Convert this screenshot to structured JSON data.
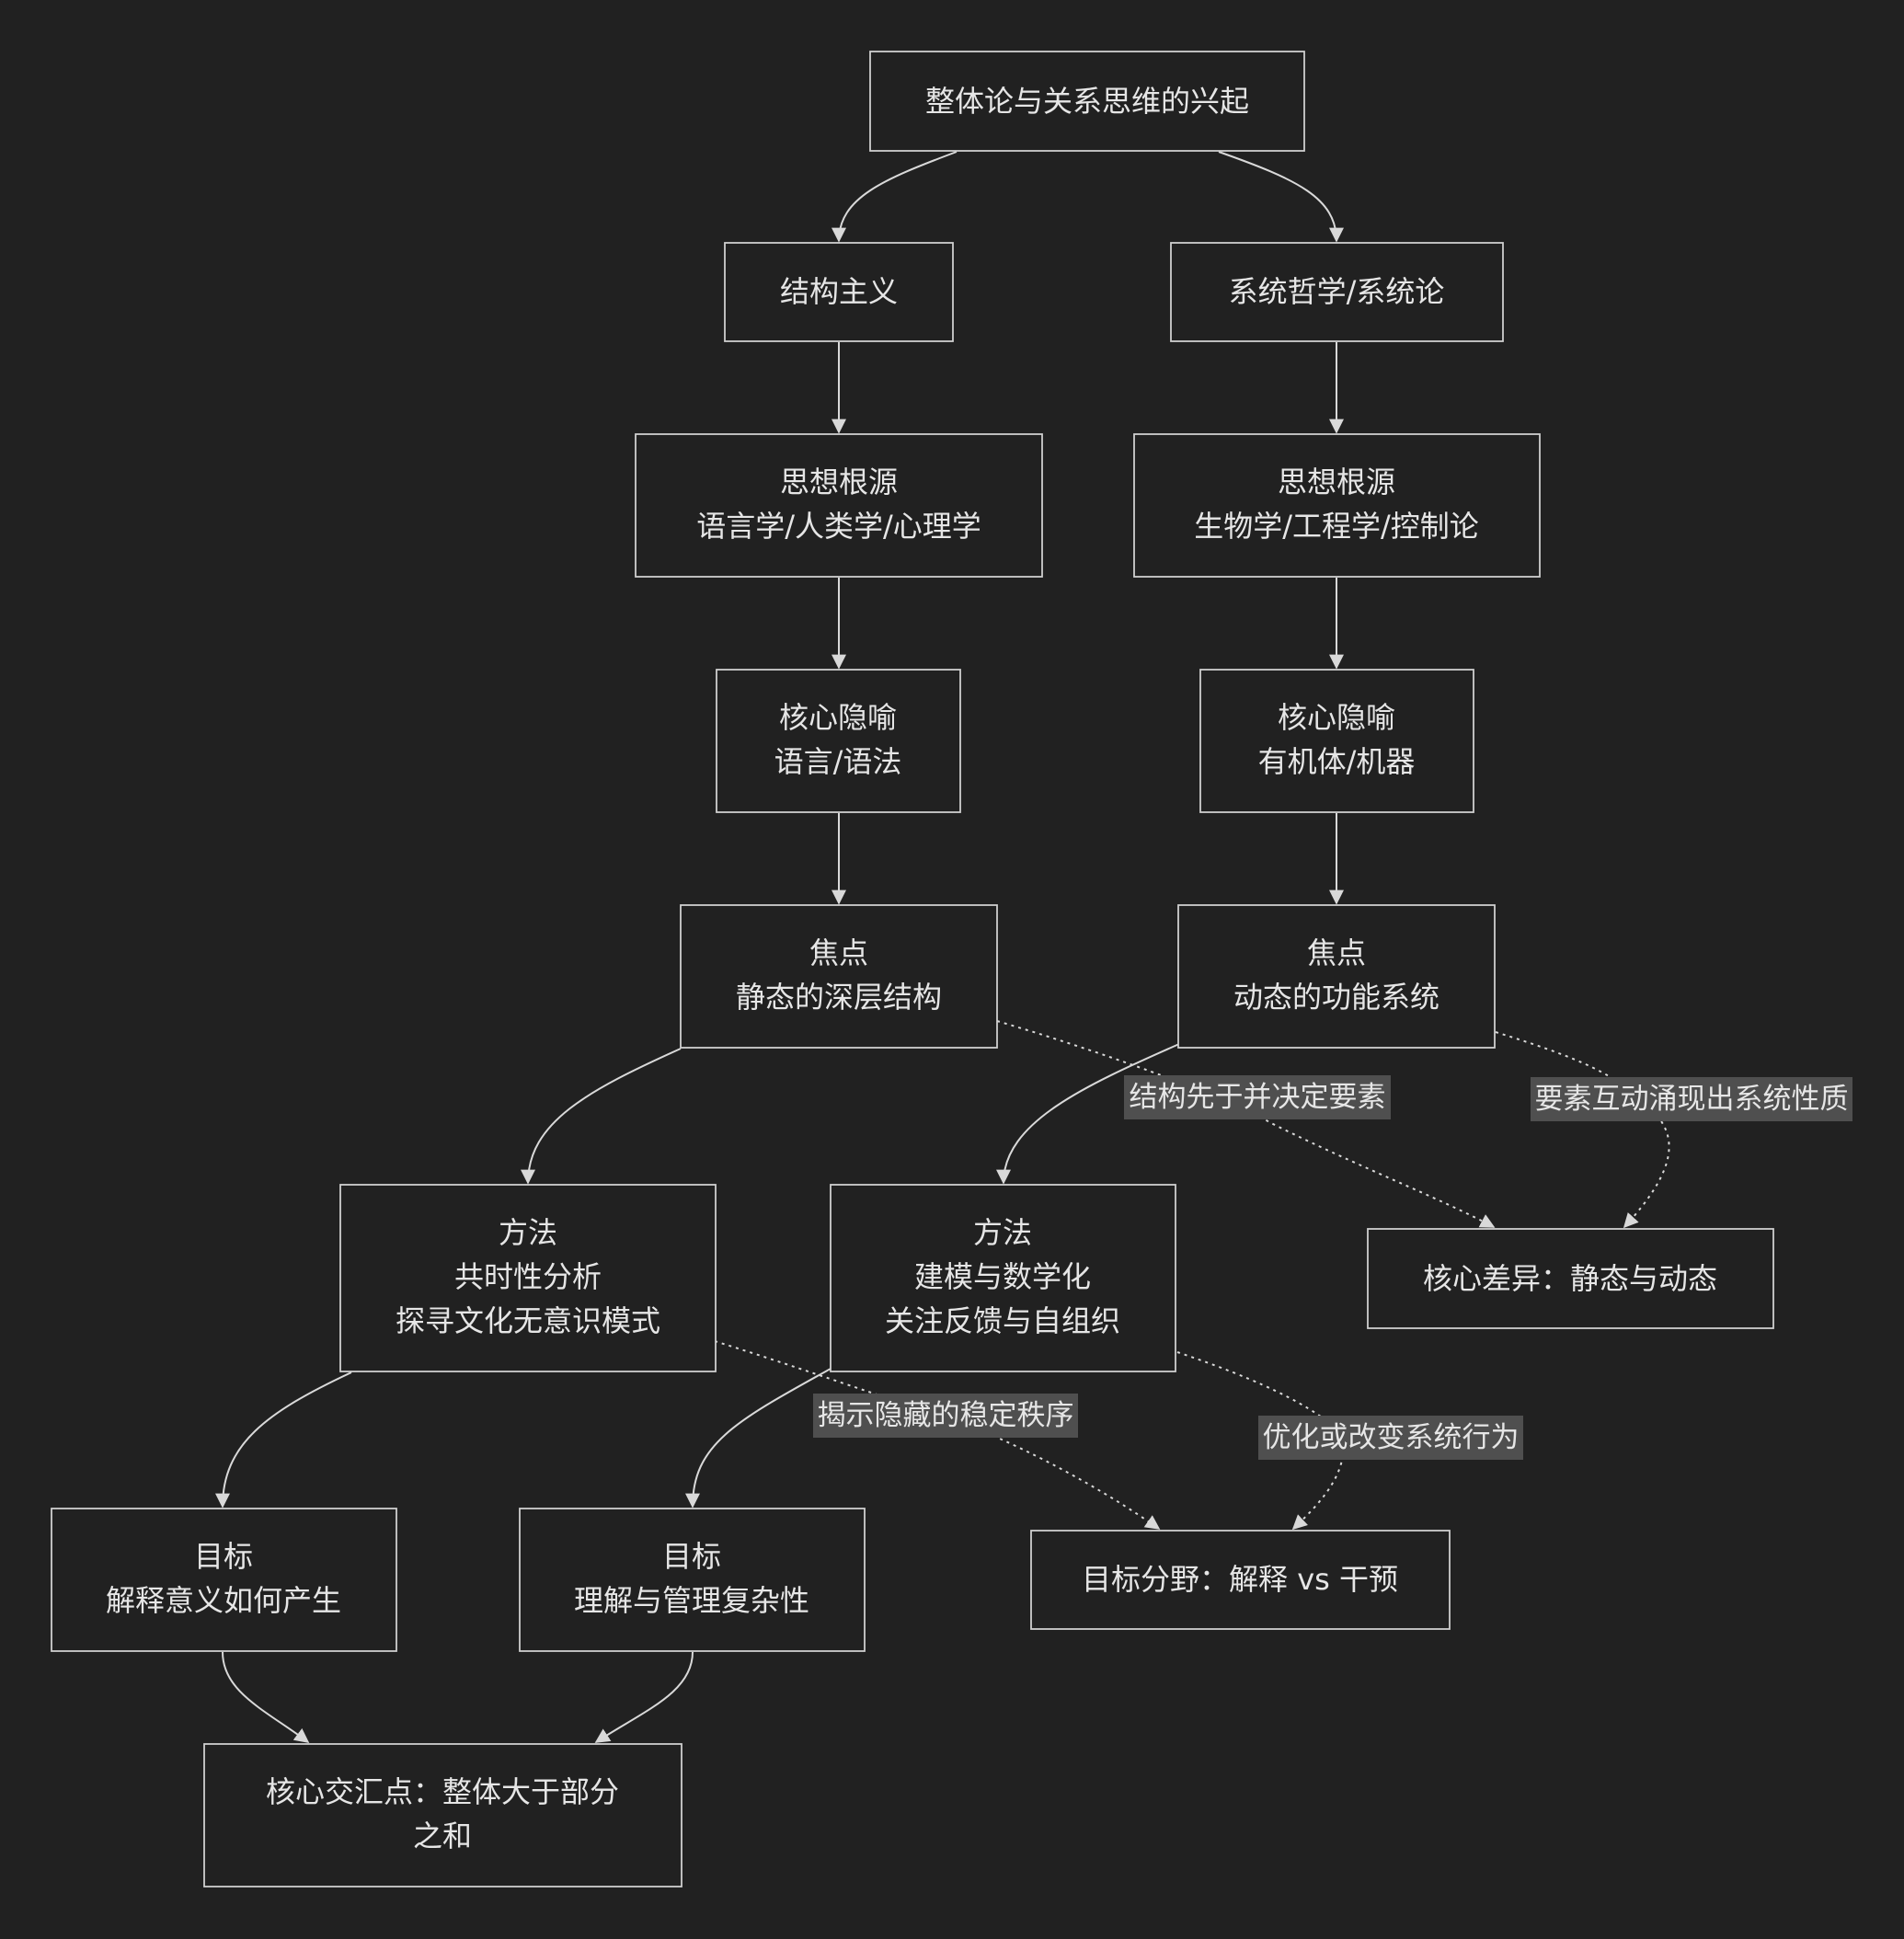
{
  "nodes": {
    "root": [
      "整体论与关系思维的兴起"
    ],
    "struct": [
      "结构主义"
    ],
    "sys": [
      "系统哲学/系统论"
    ],
    "s_root": [
      "思想根源",
      "语言学/人类学/心理学"
    ],
    "y_root": [
      "思想根源",
      "生物学/工程学/控制论"
    ],
    "s_meta": [
      "核心隐喻",
      "语言/语法"
    ],
    "y_meta": [
      "核心隐喻",
      "有机体/机器"
    ],
    "s_focus": [
      "焦点",
      "静态的深层结构"
    ],
    "y_focus": [
      "焦点",
      "动态的功能系统"
    ],
    "s_method": [
      "方法",
      "共时性分析",
      "探寻文化无意识模式"
    ],
    "y_method": [
      "方法",
      "建模与数学化",
      "关注反馈与自组织"
    ],
    "diff": [
      "核心差异：静态与动态"
    ],
    "s_goal": [
      "目标",
      "解释意义如何产生"
    ],
    "y_goal": [
      "目标",
      "理解与管理复杂性"
    ],
    "goal_div": [
      "目标分野：解释 vs 干预"
    ],
    "meet": [
      "核心交汇点：整体大于部分",
      "之和"
    ]
  },
  "edge_labels": {
    "s_focus_diff": "结构先于并决定要素",
    "y_focus_diff": "要素互动涌现出系统性质",
    "s_method_goal": "揭示隐藏的稳定秩序",
    "y_method_goal": "优化或改变系统行为"
  },
  "colors": {
    "background": "#212121",
    "node_border": "#cfcfcf",
    "text": "#e6e6e6",
    "edge": "#d9d9d9",
    "label_bg": "#4f4f4f"
  }
}
